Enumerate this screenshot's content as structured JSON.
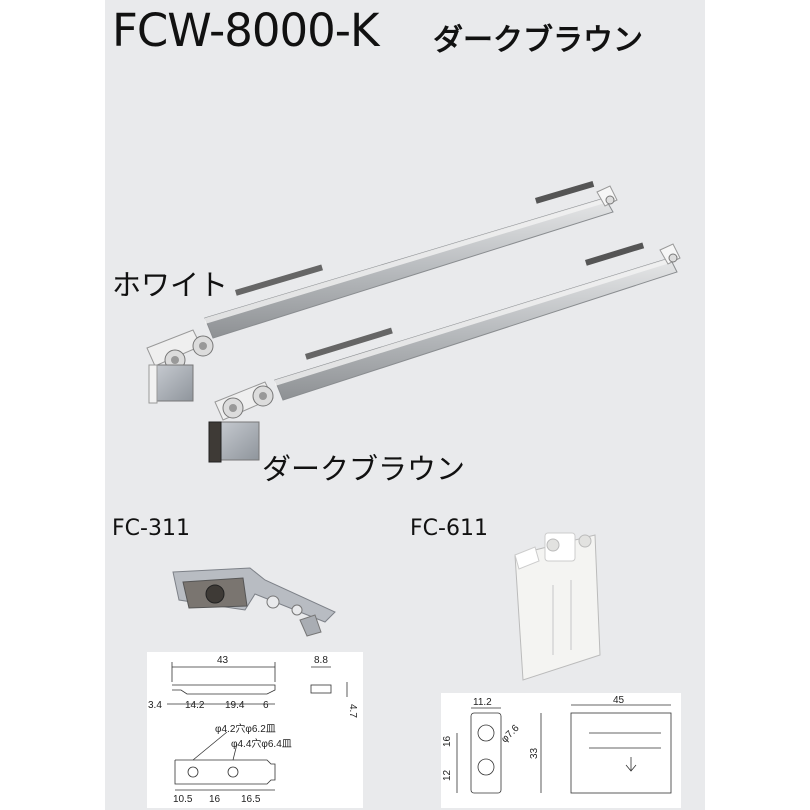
{
  "header": {
    "model": "FCW-8000-K",
    "color_name": "ダークブラウン"
  },
  "variants": {
    "white_label": "ホワイト",
    "darkbrown_label": "ダークブラウン"
  },
  "parts": {
    "fc311": {
      "label": "FC-311",
      "dims": {
        "total": "43",
        "height_w": "8.8",
        "left": "3.4",
        "seg1": "14.2",
        "seg2": "19.4",
        "seg3": "6",
        "thick": "4.7",
        "hole1": "φ4.2穴φ6.2皿",
        "hole2": "φ4.4穴φ6.4皿",
        "b1": "10.5",
        "b2": "16",
        "b3": "16.5"
      }
    },
    "fc611": {
      "label": "FC-611",
      "dims": {
        "top_w": "11.2",
        "width": "45",
        "pitch": "16",
        "bottom": "12",
        "hole": "φ7.6",
        "height": "33"
      }
    }
  },
  "colors": {
    "panel_bg": "#e9eaec",
    "rail_silver": "#c9cbcd",
    "darkbrown": "#3e3a36",
    "white_plastic": "#f4f4f2"
  }
}
